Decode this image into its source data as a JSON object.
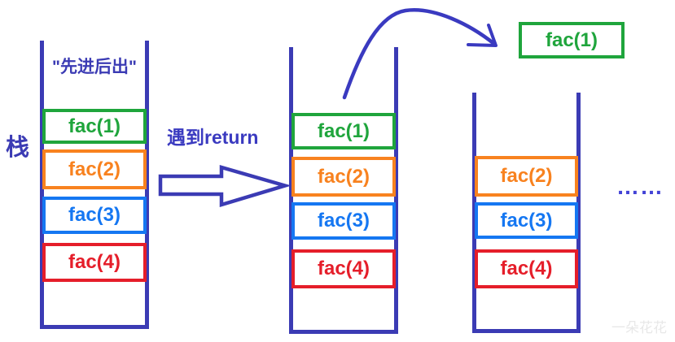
{
  "diagram": {
    "stack_label": "栈",
    "transition_label": "遇到return",
    "ellipsis": "……",
    "watermark": "一朵花花",
    "popped_box": {
      "label": "fac(1)",
      "color": "#1fa53c"
    },
    "colors": {
      "outline_indigo": "#3b3bb4",
      "green": "#1fa53c",
      "orange": "#f8821f",
      "blue": "#1577f2",
      "red": "#e51e2a"
    },
    "stacks": [
      {
        "name": "initial-stack",
        "caption": "\"先进后出\"",
        "items": [
          {
            "label": "fac(1)",
            "color": "#1fa53c"
          },
          {
            "label": "fac(2)",
            "color": "#f8821f"
          },
          {
            "label": "fac(3)",
            "color": "#1577f2"
          },
          {
            "label": "fac(4)",
            "color": "#e51e2a"
          }
        ]
      },
      {
        "name": "stack-on-return",
        "items": [
          {
            "label": "fac(1)",
            "color": "#1fa53c"
          },
          {
            "label": "fac(2)",
            "color": "#f8821f"
          },
          {
            "label": "fac(3)",
            "color": "#1577f2"
          },
          {
            "label": "fac(4)",
            "color": "#e51e2a"
          }
        ]
      },
      {
        "name": "stack-after-pop",
        "items": [
          {
            "label": "fac(2)",
            "color": "#f8821f"
          },
          {
            "label": "fac(3)",
            "color": "#1577f2"
          },
          {
            "label": "fac(4)",
            "color": "#e51e2a"
          }
        ]
      }
    ]
  }
}
